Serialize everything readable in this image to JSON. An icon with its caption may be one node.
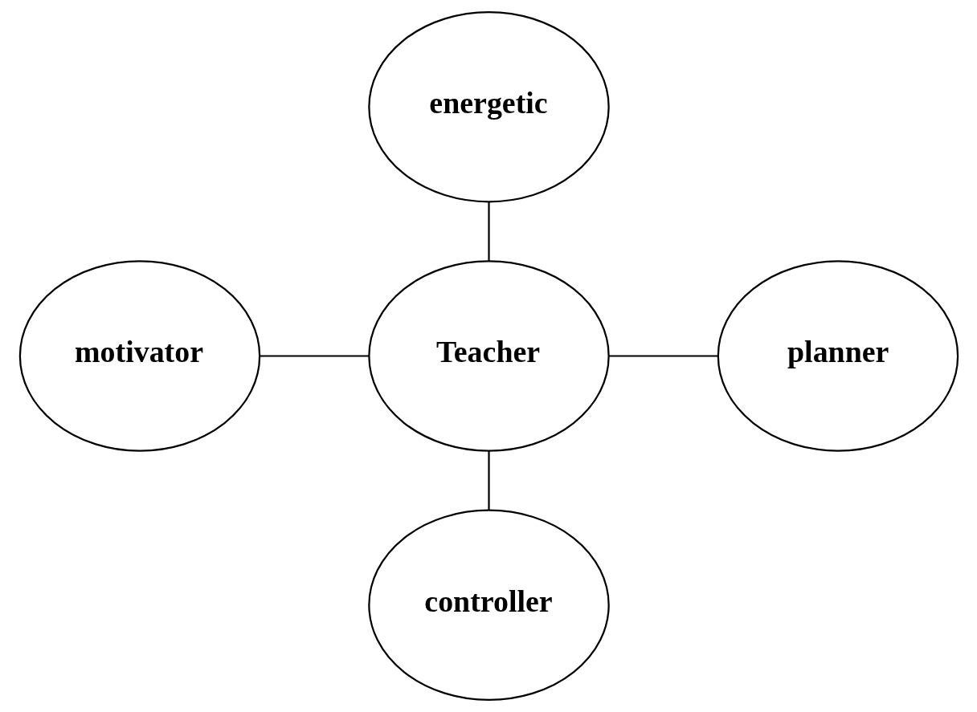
{
  "diagram": {
    "nodes": [
      {
        "text": [
          "energetic"
        ]
      },
      {
        "text": [
          "motivator"
        ]
      },
      {
        "text": [
          "Teacher"
        ]
      },
      {
        "text": [
          "planner"
        ]
      },
      {
        "text": [
          "controller"
        ]
      }
    ],
    "edges": [
      {
        "from": 0,
        "to": 2,
        "arrow": "none"
      },
      {
        "from": 1,
        "to": 2,
        "arrow": "none"
      },
      {
        "from": 2,
        "to": 3,
        "arrow": "none"
      },
      {
        "from": 2,
        "to": 4,
        "arrow": "none"
      }
    ]
  }
}
